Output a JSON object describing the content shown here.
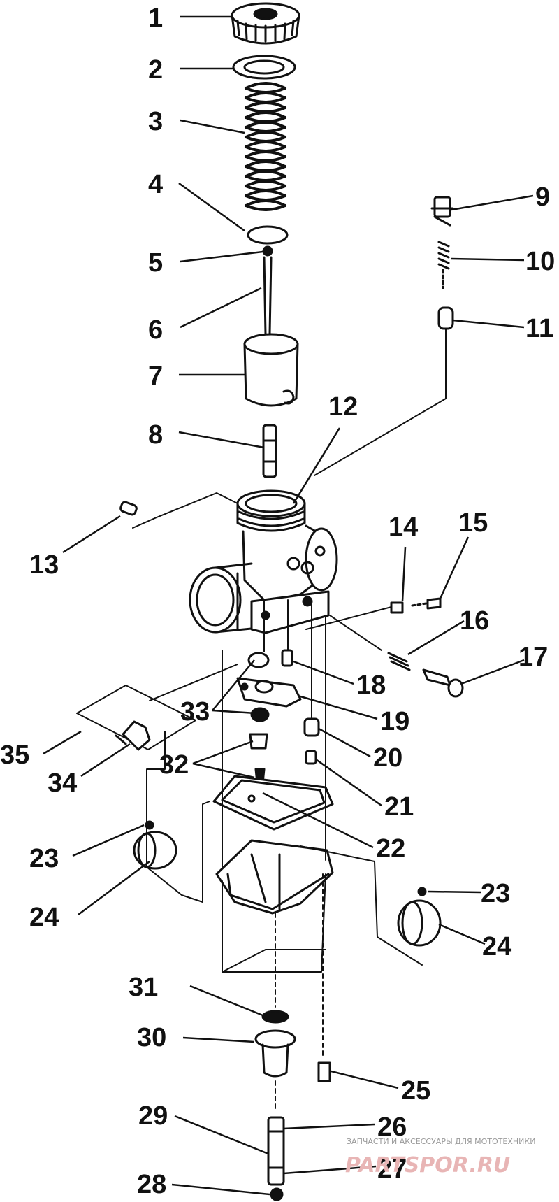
{
  "diagram": {
    "callouts": [
      {
        "id": "1",
        "label": "1"
      },
      {
        "id": "2",
        "label": "2"
      },
      {
        "id": "3",
        "label": "3"
      },
      {
        "id": "4",
        "label": "4"
      },
      {
        "id": "5",
        "label": "5"
      },
      {
        "id": "6",
        "label": "6"
      },
      {
        "id": "7",
        "label": "7"
      },
      {
        "id": "8",
        "label": "8"
      },
      {
        "id": "9",
        "label": "9"
      },
      {
        "id": "10",
        "label": "10"
      },
      {
        "id": "11",
        "label": "11"
      },
      {
        "id": "12",
        "label": "12"
      },
      {
        "id": "13",
        "label": "13"
      },
      {
        "id": "14",
        "label": "14"
      },
      {
        "id": "15",
        "label": "15"
      },
      {
        "id": "16",
        "label": "16"
      },
      {
        "id": "17",
        "label": "17"
      },
      {
        "id": "18",
        "label": "18"
      },
      {
        "id": "19",
        "label": "19"
      },
      {
        "id": "20",
        "label": "20"
      },
      {
        "id": "21",
        "label": "21"
      },
      {
        "id": "22",
        "label": "22"
      },
      {
        "id": "23a",
        "label": "23"
      },
      {
        "id": "23b",
        "label": "23"
      },
      {
        "id": "24a",
        "label": "24"
      },
      {
        "id": "24b",
        "label": "24"
      },
      {
        "id": "25",
        "label": "25"
      },
      {
        "id": "26",
        "label": "26"
      },
      {
        "id": "27",
        "label": "27"
      },
      {
        "id": "28",
        "label": "28"
      },
      {
        "id": "29",
        "label": "29"
      },
      {
        "id": "30",
        "label": "30"
      },
      {
        "id": "31",
        "label": "31"
      },
      {
        "id": "32",
        "label": "32"
      },
      {
        "id": "33",
        "label": "33"
      },
      {
        "id": "34",
        "label": "34"
      },
      {
        "id": "35",
        "label": "35"
      }
    ]
  },
  "watermark": {
    "tagline": "ЗАПЧАСТИ И АКСЕССУАРЫ ДЛЯ МОТОТЕХНИКИ",
    "brand": "PARTSPOR.RU"
  },
  "colors": {
    "ink": "#111111",
    "background": "#ffffff",
    "watermark": "#e8b5b5"
  }
}
